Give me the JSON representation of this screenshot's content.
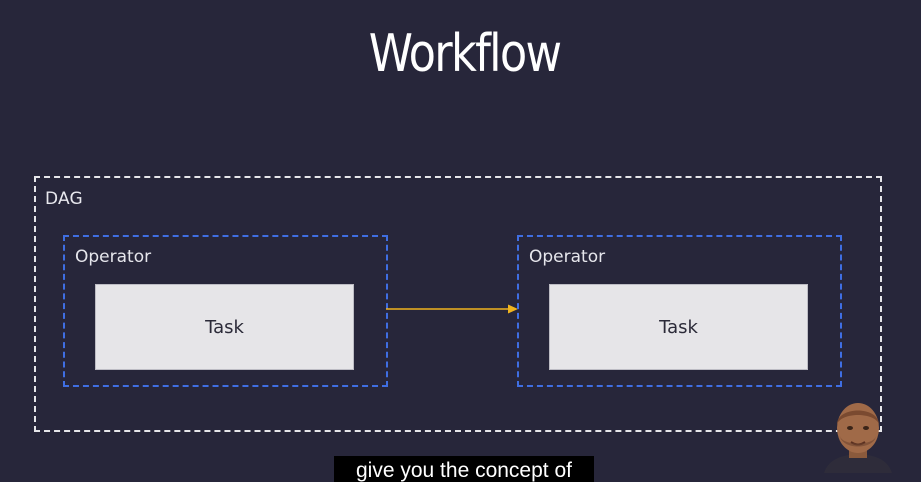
{
  "slide": {
    "title": "Workflow"
  },
  "diagram": {
    "dag_label": "DAG",
    "operators": [
      {
        "label": "Operator",
        "task": "Task"
      },
      {
        "label": "Operator",
        "task": "Task"
      }
    ],
    "colors": {
      "background": "#27263a",
      "dag_border": "#e6e6ea",
      "operator_border": "#3f6ee2",
      "arrow": "#f0b41e",
      "task_fill": "#e6e5e8"
    }
  },
  "video": {
    "caption": "give you the concept of"
  }
}
